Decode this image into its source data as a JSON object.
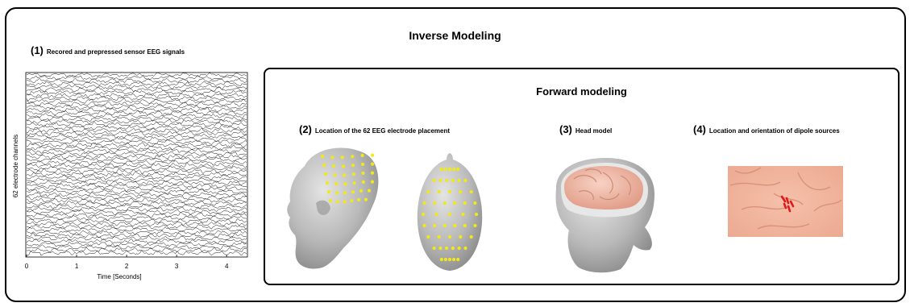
{
  "title": "Inverse Modeling",
  "panel1": {
    "number": "(1)",
    "caption": "Recored and prepressed sensor EEG signals",
    "ylabel": "62 electrode channels",
    "xlabel": "Time [Seconds]",
    "ticks": [
      "0",
      "1",
      "2",
      "3",
      "4"
    ]
  },
  "forward": {
    "title": "Forward modeling",
    "panel2": {
      "number": "(2)",
      "caption": "Location of the 62 EEG electrode placement"
    },
    "panel3": {
      "number": "(3)",
      "caption": "Head model"
    },
    "panel4": {
      "number": "(4)",
      "caption": "Location and orientation of dipole sources"
    }
  },
  "colors": {
    "electrode": "#f0e91a",
    "head": "#b7b7b7",
    "brain": "#f1b8a6",
    "dipole": "#e0191c"
  },
  "eeg": {
    "channels": 62,
    "duration_seconds": 4.4
  }
}
